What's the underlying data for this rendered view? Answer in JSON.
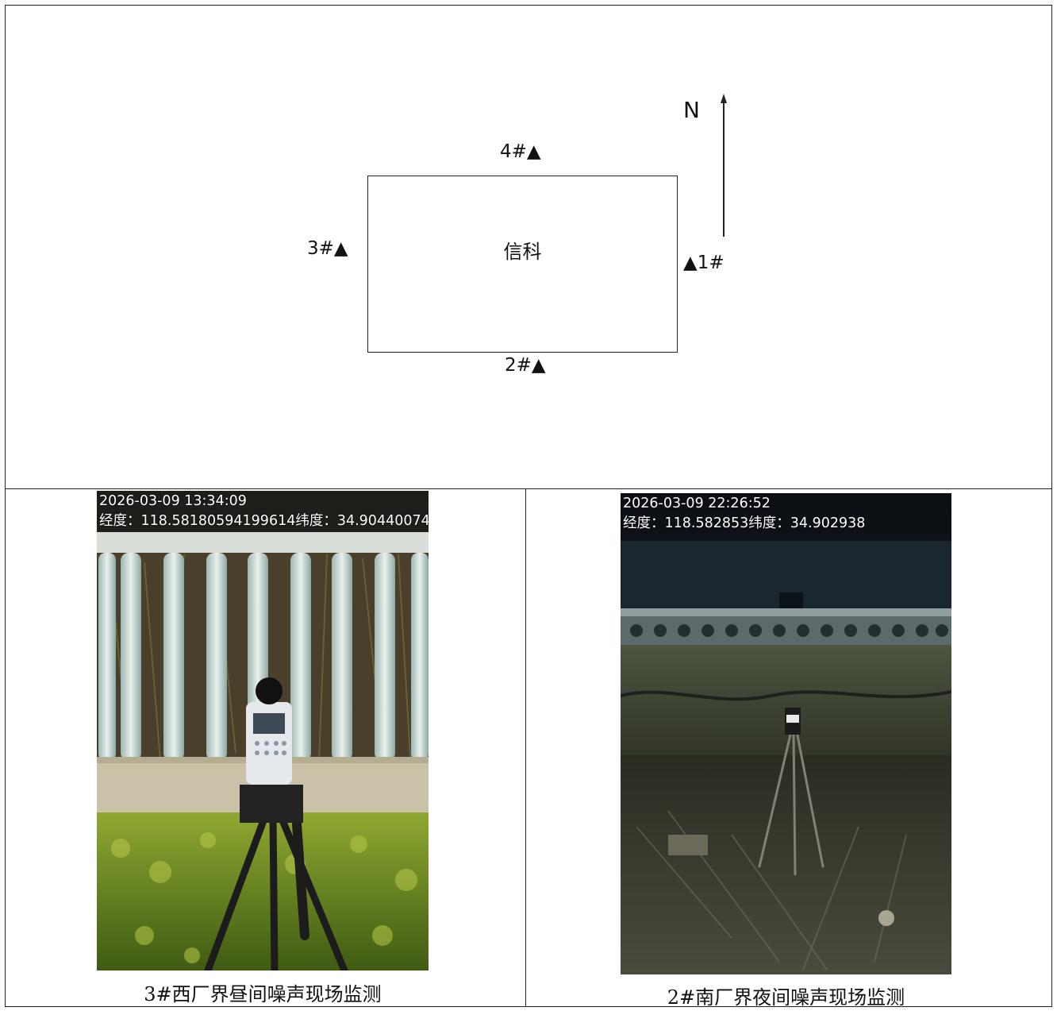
{
  "diagram": {
    "site_label": "信科",
    "north_label": "N",
    "points": {
      "p1": "▲1#",
      "p2": "2#▲",
      "p3": "3#▲",
      "p4": "4#▲"
    }
  },
  "photos": [
    {
      "timestamp": "2026-03-09 13:34:09",
      "coords": "经度：118.58180594199614纬度：34.90440074",
      "caption": "3#西厂界昼间噪声现场监测"
    },
    {
      "timestamp": "2026-03-09 22:26:52",
      "coords": "经度：118.582853纬度：34.902938",
      "caption": "2#南厂界夜间噪声现场监测"
    }
  ]
}
